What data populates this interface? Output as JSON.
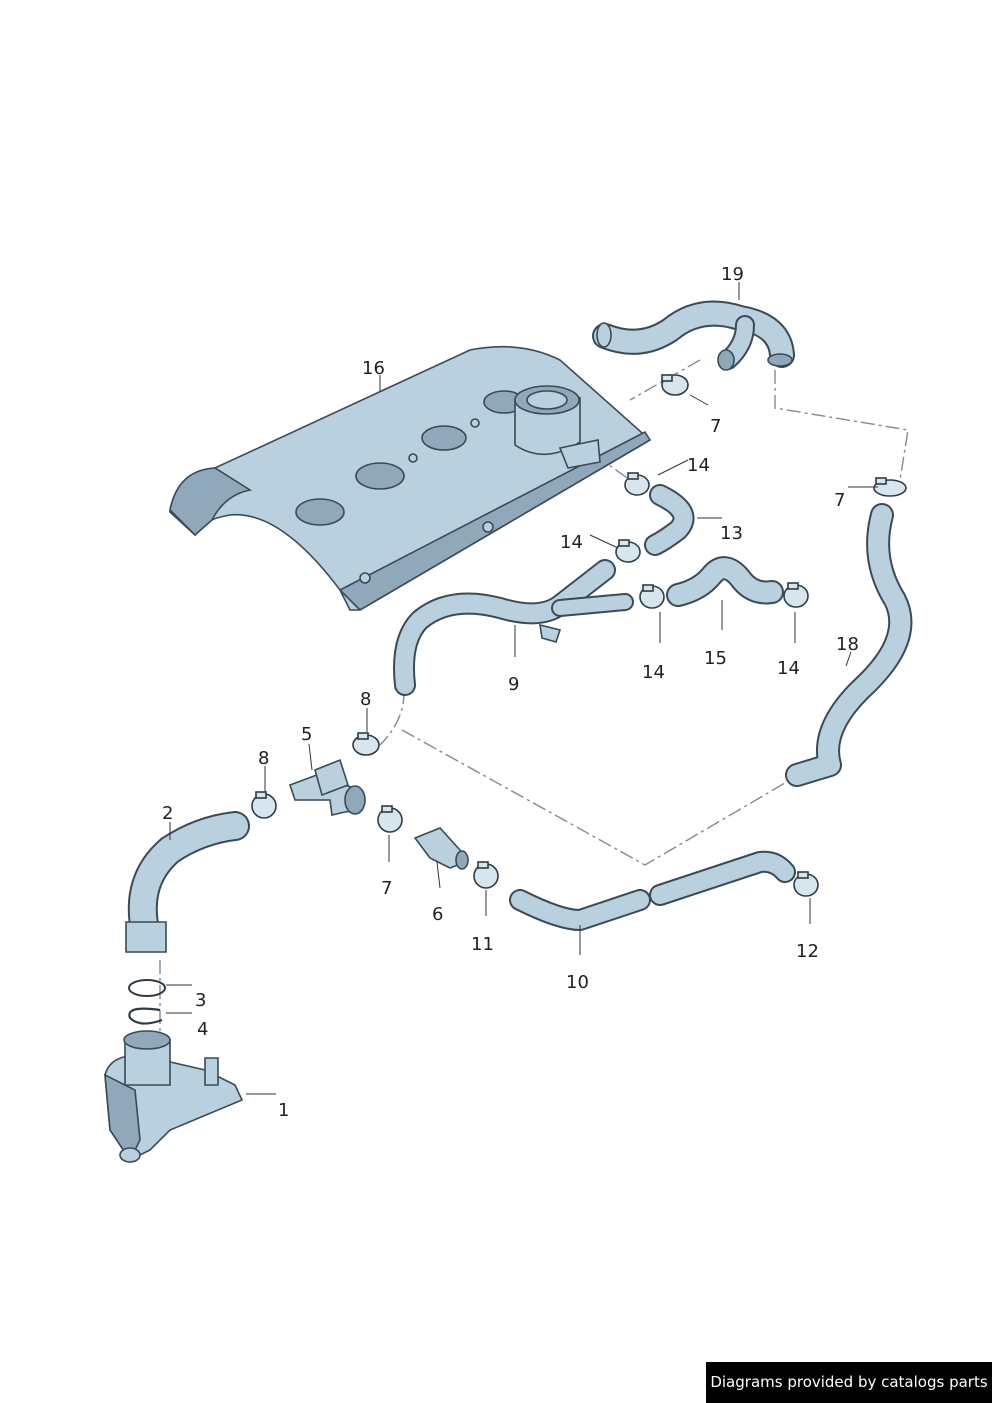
{
  "callouts": [
    "1",
    "2",
    "3",
    "4",
    "5",
    "6",
    "7",
    "7",
    "7",
    "7",
    "8",
    "8",
    "9",
    "10",
    "11",
    "12",
    "13",
    "14",
    "14",
    "14",
    "14",
    "14",
    "15",
    "16",
    "18",
    "19"
  ],
  "credit": "Diagrams provided by catalogs parts"
}
